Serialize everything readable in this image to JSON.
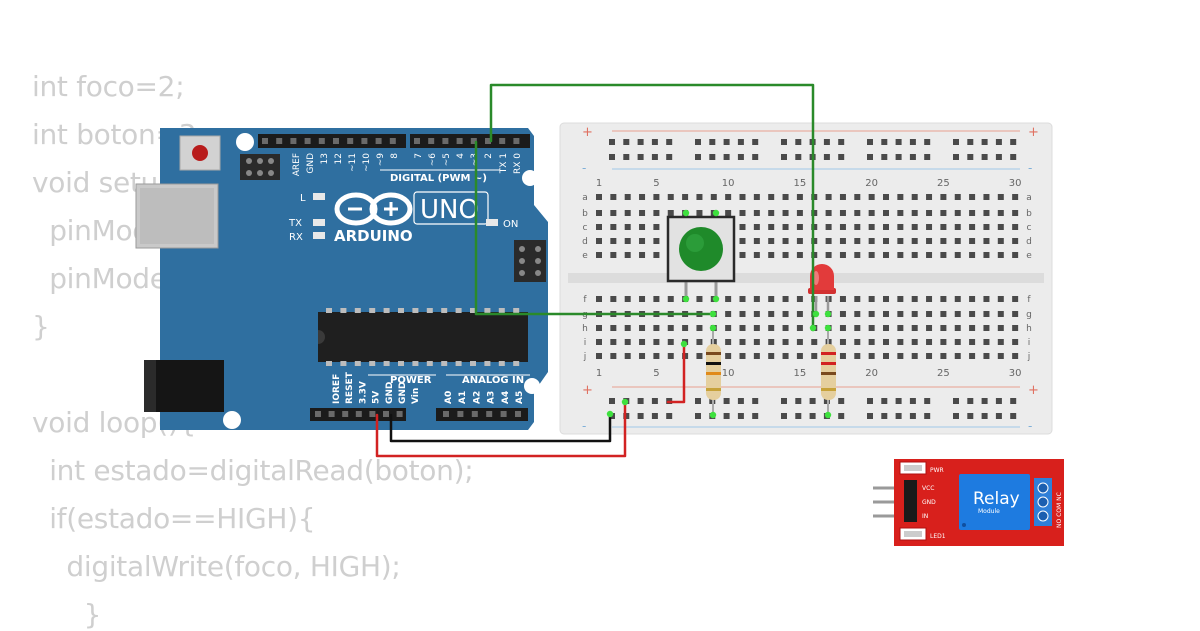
{
  "code_lines": [
    "int foco=2;",
    "int boton=3;",
    "void setup(){",
    "  pinMode(foco, OUTPUT);",
    "  pinMode(boton, INPUT);",
    "}",
    "",
    "void loop(){",
    "  int estado=digitalRead(boton);",
    "  if(estado==HIGH){",
    "    digitalWrite(foco, HIGH);",
    "      }"
  ],
  "arduino": {
    "logo": "ARDUINO",
    "model": "UNO",
    "digital_label": "DIGITAL (PWM ~)",
    "power_label": "POWER",
    "analog_label": "ANALOG IN",
    "led_labels": [
      "L",
      "TX",
      "RX"
    ],
    "on_label": "ON",
    "digital_pins": [
      "AREF",
      "GND",
      "13",
      "12",
      "~11",
      "~10",
      "~9",
      "8",
      "7",
      "~6",
      "~5",
      "4",
      "~3",
      "2",
      "TX 1",
      "RX 0"
    ],
    "power_pins": [
      "IOREF",
      "RESET",
      "3.3V",
      "5V",
      "GND",
      "GND",
      "Vin"
    ],
    "analog_pins": [
      "A0",
      "A1",
      "A2",
      "A3",
      "A4",
      "A5"
    ]
  },
  "breadboard": {
    "column_numbers": [
      "1",
      "5",
      "10",
      "15",
      "20",
      "25",
      "30"
    ],
    "row_letters_top": [
      "a",
      "b",
      "c",
      "d",
      "e"
    ],
    "row_letters_bottom": [
      "f",
      "g",
      "h",
      "i",
      "j"
    ],
    "rail_plus": "+",
    "rail_minus": "-"
  },
  "relay": {
    "title": "Relay",
    "subtitle": "Module",
    "pwr": "PWR",
    "led": "LED1",
    "pins": [
      "VCC",
      "GND",
      "IN"
    ],
    "terminals": "NO COM NC"
  },
  "colors": {
    "board_blue": "#2f6fa0",
    "wire_green": "#2a8a2a",
    "wire_red": "#d22222",
    "wire_black": "#111111",
    "relay_red": "#d8201c",
    "relay_blue": "#1e7be0",
    "button_green": "#1f8a2a",
    "led_red": "#e23b3b",
    "breadboard": "#ececec"
  }
}
